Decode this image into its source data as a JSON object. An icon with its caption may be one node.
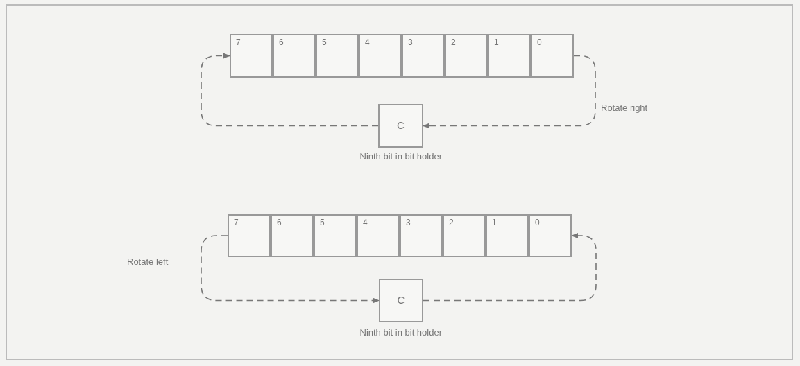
{
  "diagram": {
    "nodes": [
      {
        "text": [
          "7"
        ]
      },
      {
        "text": [
          "6"
        ]
      },
      {
        "text": [
          "5"
        ]
      },
      {
        "text": [
          "4"
        ]
      },
      {
        "text": [
          "3"
        ]
      },
      {
        "text": [
          "2"
        ]
      },
      {
        "text": [
          "1"
        ]
      },
      {
        "text": [
          "0"
        ]
      },
      {
        "text": [
          "C"
        ],
        "beside": [
          "Ninth bit in bit holder"
        ]
      },
      {
        "text": [
          "7"
        ]
      },
      {
        "text": [
          "6"
        ]
      },
      {
        "text": [
          "5"
        ]
      },
      {
        "text": [
          "4"
        ]
      },
      {
        "text": [
          "3"
        ]
      },
      {
        "text": [
          "2"
        ]
      },
      {
        "text": [
          "1"
        ]
      },
      {
        "text": [
          "0"
        ]
      },
      {
        "text": [
          "C"
        ],
        "beside": [
          "Ninth bit in bit holder"
        ]
      }
    ],
    "edges": [
      {
        "from": 7,
        "to": 8,
        "arrow": "to",
        "style": "dashed"
      },
      {
        "from": 8,
        "to": 0,
        "arrow": "to",
        "style": "dashed"
      },
      {
        "from": 9,
        "to": 17,
        "arrow": "to",
        "style": "dashed"
      },
      {
        "from": 17,
        "to": 16,
        "arrow": "to",
        "style": "dashed"
      }
    ],
    "labels": [
      "Rotate right",
      "Rotate left"
    ]
  }
}
